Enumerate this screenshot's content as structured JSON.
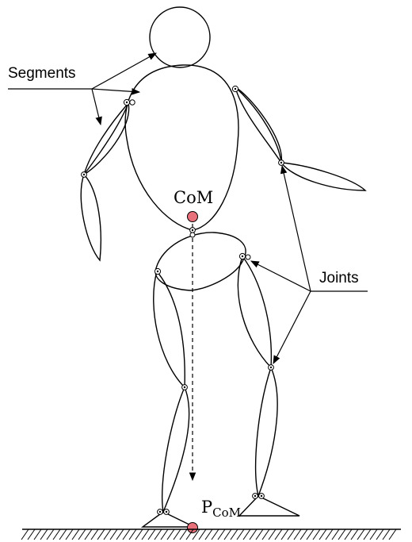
{
  "labels": {
    "segments": "Segments",
    "joints": "Joints",
    "com": "CoM",
    "pcom_main": "P",
    "pcom_sub": "CoM"
  },
  "colors": {
    "com_marker": "#e8707a",
    "line": "#000000",
    "background": "#ffffff"
  }
}
